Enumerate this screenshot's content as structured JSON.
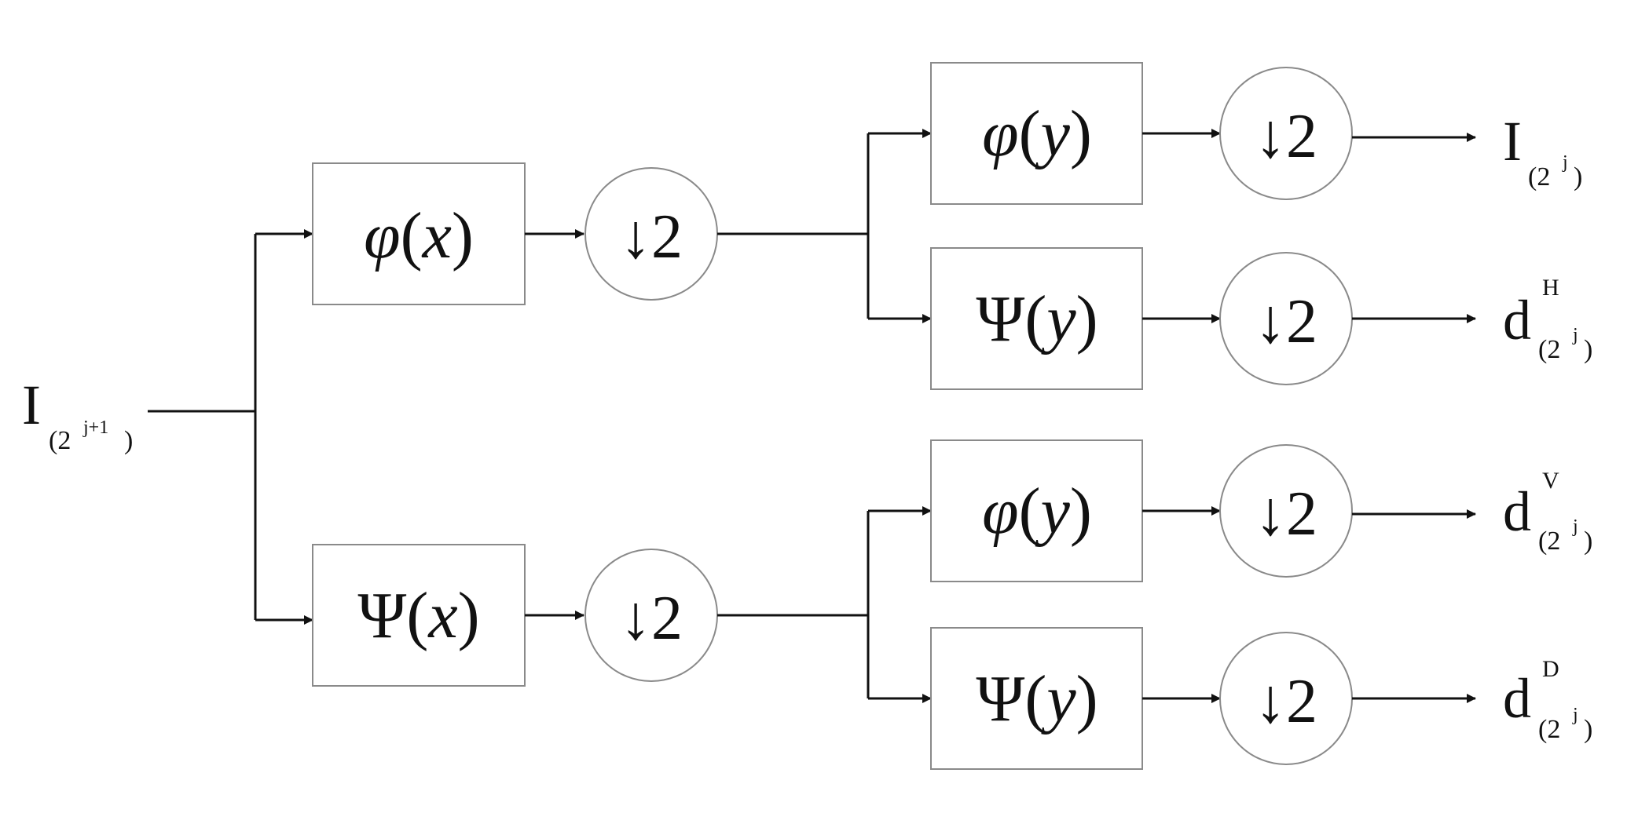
{
  "diagram": {
    "input": {
      "base": "I",
      "sub_open": "(2",
      "sub_exp": "j+1",
      "sub_close": ")"
    },
    "stage1": [
      {
        "filter_func": "φ",
        "filter_var": "x",
        "downsample": "↓2"
      },
      {
        "filter_func": "Ψ",
        "filter_var": "x",
        "downsample": "↓2"
      }
    ],
    "stage2": [
      {
        "filter_func": "φ",
        "filter_var": "y",
        "downsample": "↓2",
        "output": {
          "base": "I",
          "sup": "",
          "sub_open": "(2",
          "sub_exp": "j",
          "sub_close": ")"
        }
      },
      {
        "filter_func": "Ψ",
        "filter_var": "y",
        "downsample": "↓2",
        "output": {
          "base": "d",
          "sup": "H",
          "sub_open": "(2",
          "sub_exp": "j",
          "sub_close": ")"
        }
      },
      {
        "filter_func": "φ",
        "filter_var": "y",
        "downsample": "↓2",
        "output": {
          "base": "d",
          "sup": "V",
          "sub_open": "(2",
          "sub_exp": "j",
          "sub_close": ")"
        }
      },
      {
        "filter_func": "Ψ",
        "filter_var": "y",
        "downsample": "↓2",
        "output": {
          "base": "d",
          "sup": "D",
          "sub_open": "(2",
          "sub_exp": "j",
          "sub_close": ")"
        }
      }
    ]
  }
}
